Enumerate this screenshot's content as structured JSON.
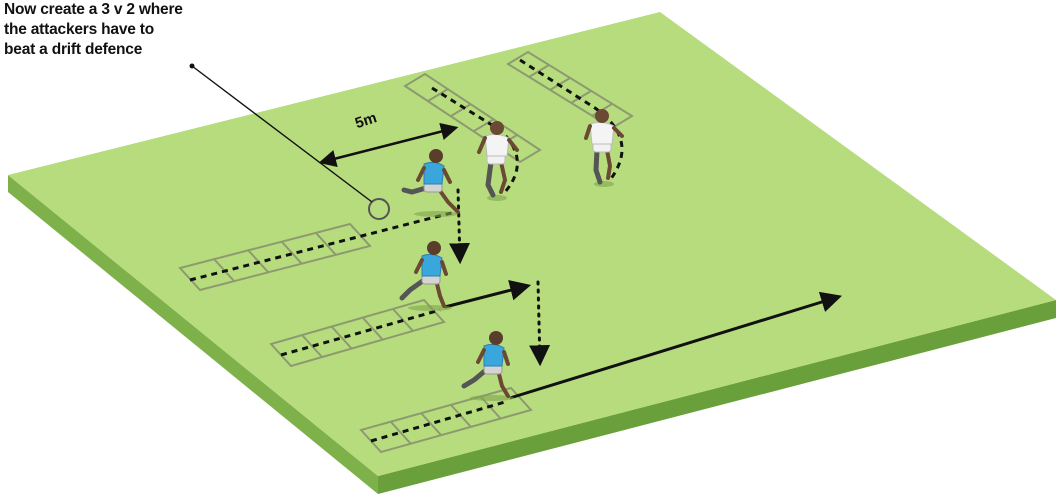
{
  "caption": {
    "line1": "Now create a 3 v 2 where",
    "line2": "the attackers have to",
    "line3": "beat a drift defence"
  },
  "distance_label": "5m",
  "colors": {
    "pitch_top": "#b7dc7e",
    "pitch_side_left": "#7eb14a",
    "pitch_side_front": "#6aa03b",
    "ladder": "#8d9a6f",
    "attacker_shirt": "#3aa7dc",
    "defender_shirt": "#f4f4f4",
    "shorts_attacker": "#cfcfcf",
    "skin": "#6b4a34",
    "line": "#111111"
  },
  "players": {
    "attackers": [
      "attacker-top",
      "attacker-middle",
      "attacker-bottom"
    ],
    "defenders": [
      "defender-left",
      "defender-right"
    ]
  }
}
